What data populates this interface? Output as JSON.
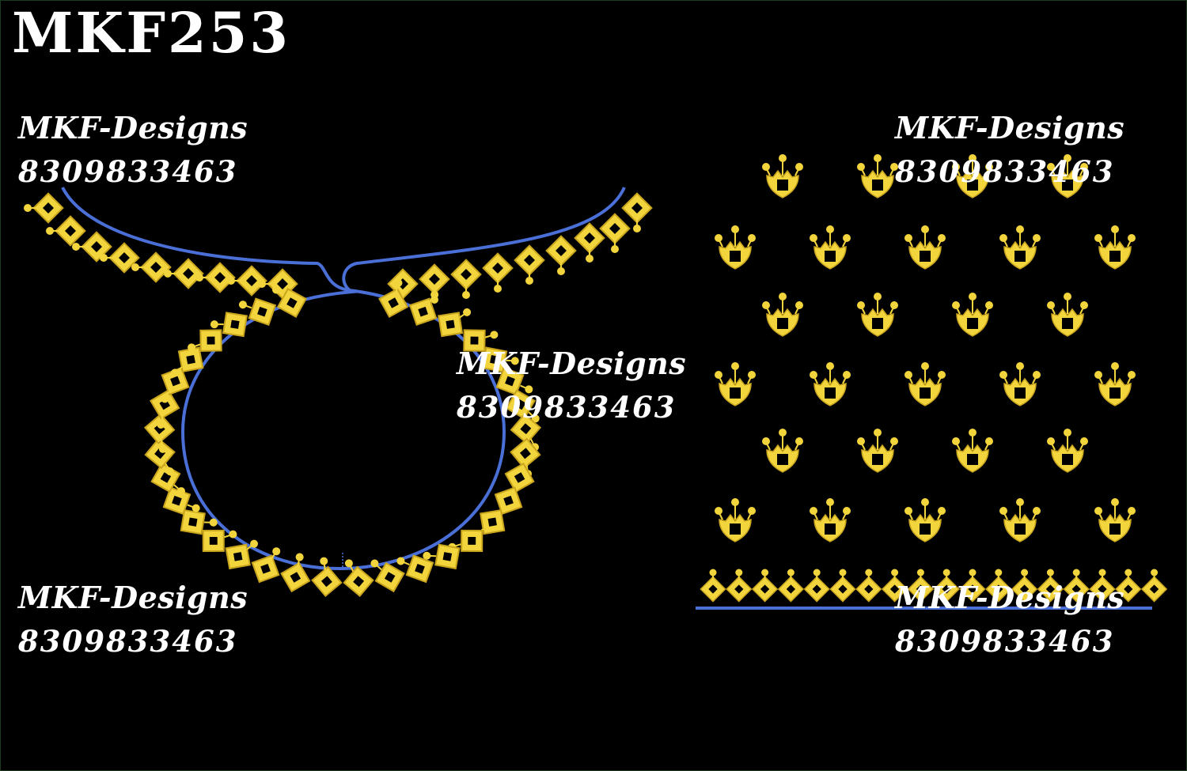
{
  "design": {
    "code": "MKF253",
    "colors": {
      "background": "#000000",
      "outline": "#4a6fd6",
      "motif": "#f2d43c",
      "motif_shade": "#c9a51e",
      "motif_center": "#000000",
      "watermark": "#ffffff"
    },
    "icons": [
      "diamond-motif-icon",
      "bead-icon",
      "buta-motif-icon"
    ]
  },
  "watermarks": [
    {
      "brand": "MKF-Designs",
      "phone": "8309833463"
    },
    {
      "brand": "MKF-Designs",
      "phone": "8309833463"
    },
    {
      "brand": "MKF-Designs",
      "phone": "8309833463"
    },
    {
      "brand": "MKF-Designs",
      "phone": "8309833463"
    },
    {
      "brand": "MKF-Designs",
      "phone": "8309833463"
    }
  ]
}
